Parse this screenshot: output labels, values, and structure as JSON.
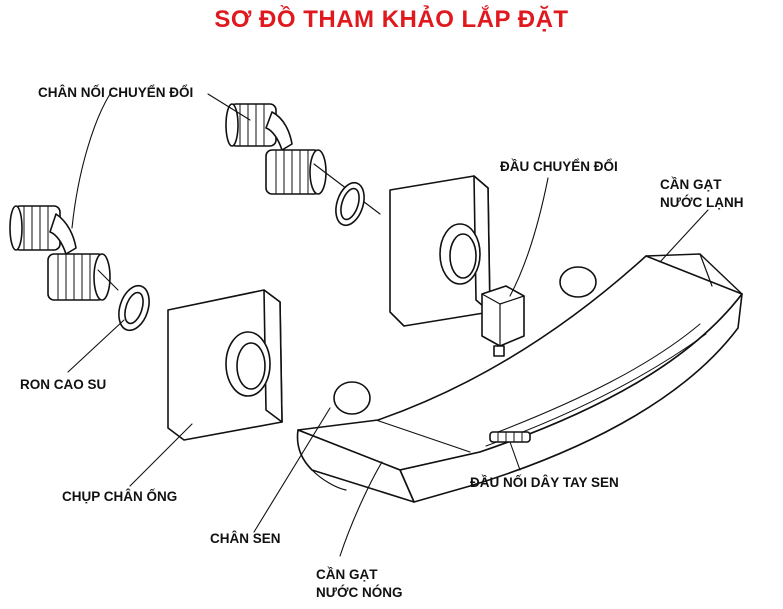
{
  "title": "SƠ ĐỒ THAM KHẢO LẮP ĐẶT",
  "colors": {
    "title": "#e0191f",
    "line": "#111111",
    "face": "#f7f7f7"
  },
  "labels": {
    "chan_noi_chuyen_doi": "CHÂN NỐI CHUYỂN ĐỔI",
    "ron_cao_su": "RON CAO SU",
    "chup_chan_ong": "CHỤP CHÂN ỐNG",
    "chan_sen": "CHÂN SEN",
    "can_gat_nuoc_nong_1": "CẦN GẠT",
    "can_gat_nuoc_nong_2": "NƯỚC NÓNG",
    "dau_noi_day_tay_sen": "ĐẦU NỐI DÂY TAY SEN",
    "dau_chuyen_doi": "ĐẦU CHUYỂN ĐỔI",
    "can_gat_nuoc_lanh_1": "CẦN GẠT",
    "can_gat_nuoc_lanh_2": "NƯỚC LẠNH"
  }
}
